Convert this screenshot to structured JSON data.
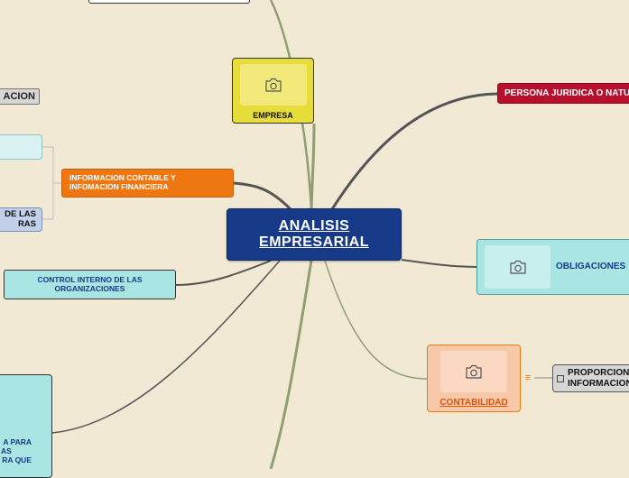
{
  "central": {
    "title": "ANALISIS EMPRESARIAL"
  },
  "nodes": {
    "empresa": "EMPRESA",
    "persona": "PERSONA JURIDICA O NATURAL",
    "obligaciones": "OBLIGACIONES",
    "contabilidad": "CONTABILIDAD",
    "proporciona": "PROPORCIONA INFORMACION",
    "info_contable": "INFORMACION CONTABLE Y INFOMACION FINANCIERA",
    "control_interno": "CONTROL INTERNO DE LAS ORGANIZACIONES",
    "left_acion": "ACION",
    "left_de_las": "DE LAS",
    "left_ras": "RAS",
    "bottom_para": "A PARA",
    "bottom_as": "AS",
    "bottom_ra_que": "RA QUE",
    "contabilidad_marker": "≡"
  },
  "colors": {
    "background": "#f1e9d3",
    "central": "#163a87",
    "empresa": "#e6dc3a",
    "persona": "#b8102c",
    "obligaciones": "#a9e6e3",
    "contabilidad": "#f8c9a8",
    "info_contable": "#ef7712",
    "control_interno": "#a9e6e3",
    "branch_green": "#8fa070",
    "branch_dark": "#555555"
  },
  "icons": {
    "empresa_image": "camera-icon",
    "obligaciones_image": "camera-icon",
    "contabilidad_image": "camera-icon"
  }
}
